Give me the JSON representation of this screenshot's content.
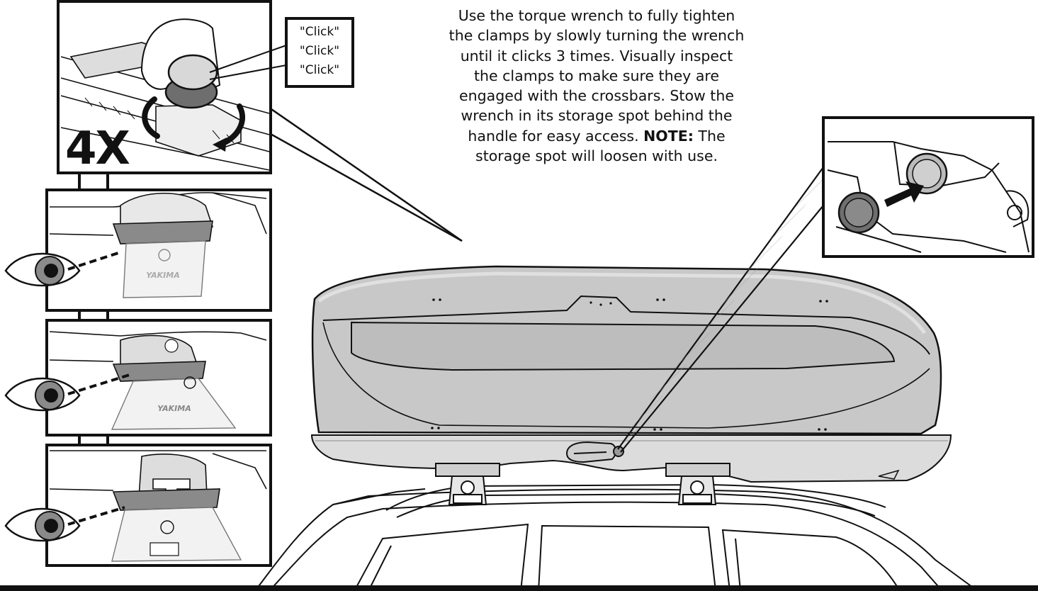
{
  "instruction": {
    "part1": "Use the torque wrench to fully tighten the clamps by slowly turning the wrench until it clicks 3 times. Visually inspect the clamps to make sure they are engaged with the crossbars. Stow the wrench in its storage spot behind the handle for easy access. ",
    "note_label": "NOTE:",
    "part2": " The storage spot will loosen with use."
  },
  "click_callout": {
    "lines": [
      "\"Click\"",
      "\"Click\"",
      "\"Click\""
    ]
  },
  "multiplier": "4X",
  "brand_marks": {
    "mount_logo": "YAKIMA"
  },
  "icons": {
    "eye": "eye-icon",
    "rotation": "rotation-arrows-icon",
    "stow_arrow": "arrow-right-icon"
  }
}
